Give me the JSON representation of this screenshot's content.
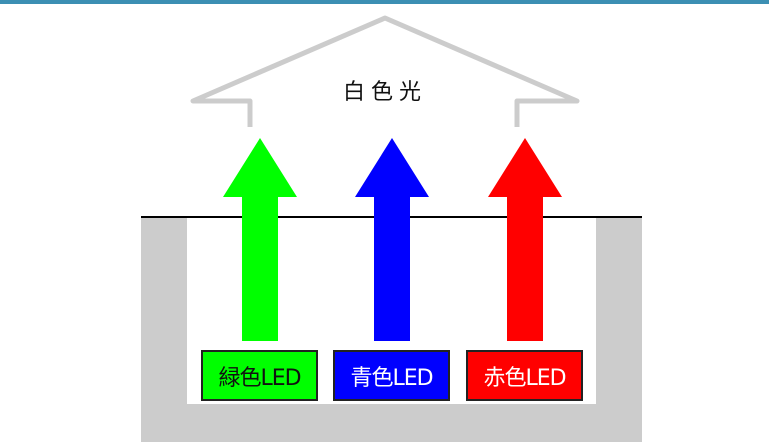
{
  "title": "白色光",
  "colors": {
    "top_bar": "#3c8fb3",
    "housing": "#cccccc",
    "roof": "#cccccc",
    "green": "#00ff00",
    "blue": "#0000ff",
    "red": "#ff0000"
  },
  "leds": [
    {
      "label": "緑色LED",
      "color": "#00ff00",
      "text_color": "#111111"
    },
    {
      "label": "青色LED",
      "color": "#0000ff",
      "text_color": "#ffffff"
    },
    {
      "label": "赤色LED",
      "color": "#ff0000",
      "text_color": "#ffffff"
    }
  ]
}
